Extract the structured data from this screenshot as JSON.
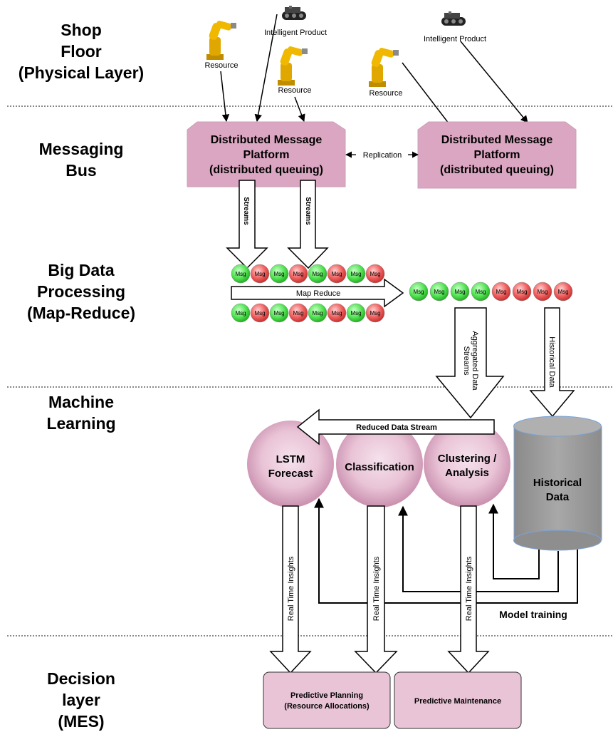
{
  "layers": [
    {
      "lines": [
        "Shop",
        "Floor",
        "(Physical Layer)"
      ]
    },
    {
      "lines": [
        "Messaging",
        "Bus"
      ]
    },
    {
      "lines": [
        "Big Data",
        "Processing",
        "(Map-Reduce)"
      ]
    },
    {
      "lines": [
        "Machine",
        "Learning"
      ]
    },
    {
      "lines": [
        "Decision",
        "layer",
        "(MES)"
      ]
    }
  ],
  "shop_floor": {
    "intelligent_product_1": "Intelligent Product",
    "intelligent_product_2": "Intelligent Product",
    "resource_1": "Resource",
    "resource_2": "Resource",
    "resource_3": "Resource"
  },
  "messaging": {
    "platform_1": [
      "Distributed Message",
      "Platform",
      "(distributed queuing)"
    ],
    "platform_2": [
      "Distributed Message",
      "Platform",
      "(distributed queuing)"
    ],
    "replication": "Replication",
    "streams_1": "Streams",
    "streams_2": "Streams"
  },
  "big_data": {
    "map_reduce": "Map Reduce",
    "msg": "Msg",
    "aggregated": [
      "Aggregated Data",
      "Streams"
    ],
    "historical": "Historical Data"
  },
  "ml": {
    "reduced_stream": "Reduced Data Stream",
    "lstm": [
      "LSTM",
      "Forecast"
    ],
    "classification": "Classification",
    "clustering": [
      "Clustering /",
      "Analysis"
    ],
    "historical_db": [
      "Historical",
      "Data"
    ],
    "model_training": "Model training",
    "real_time_1": "Real Time Insights",
    "real_time_2": "Real Time Insights",
    "real_time_3": "Real Time Insights"
  },
  "decision": {
    "planning": [
      "Predictive Planning",
      "(Resource Allocations)"
    ],
    "maintenance": "Predictive Maintenance"
  },
  "colors": {
    "platform_fill": "#dba6c1",
    "sphere_center": "#f4dde9",
    "sphere_edge": "#c890ae",
    "decision_fill": "#e9c4d6",
    "db_fill": "#9a9a9a",
    "msg_green": "#4fe04f",
    "msg_red": "#ee5c5c",
    "robot_yellow": "#e0a700"
  }
}
